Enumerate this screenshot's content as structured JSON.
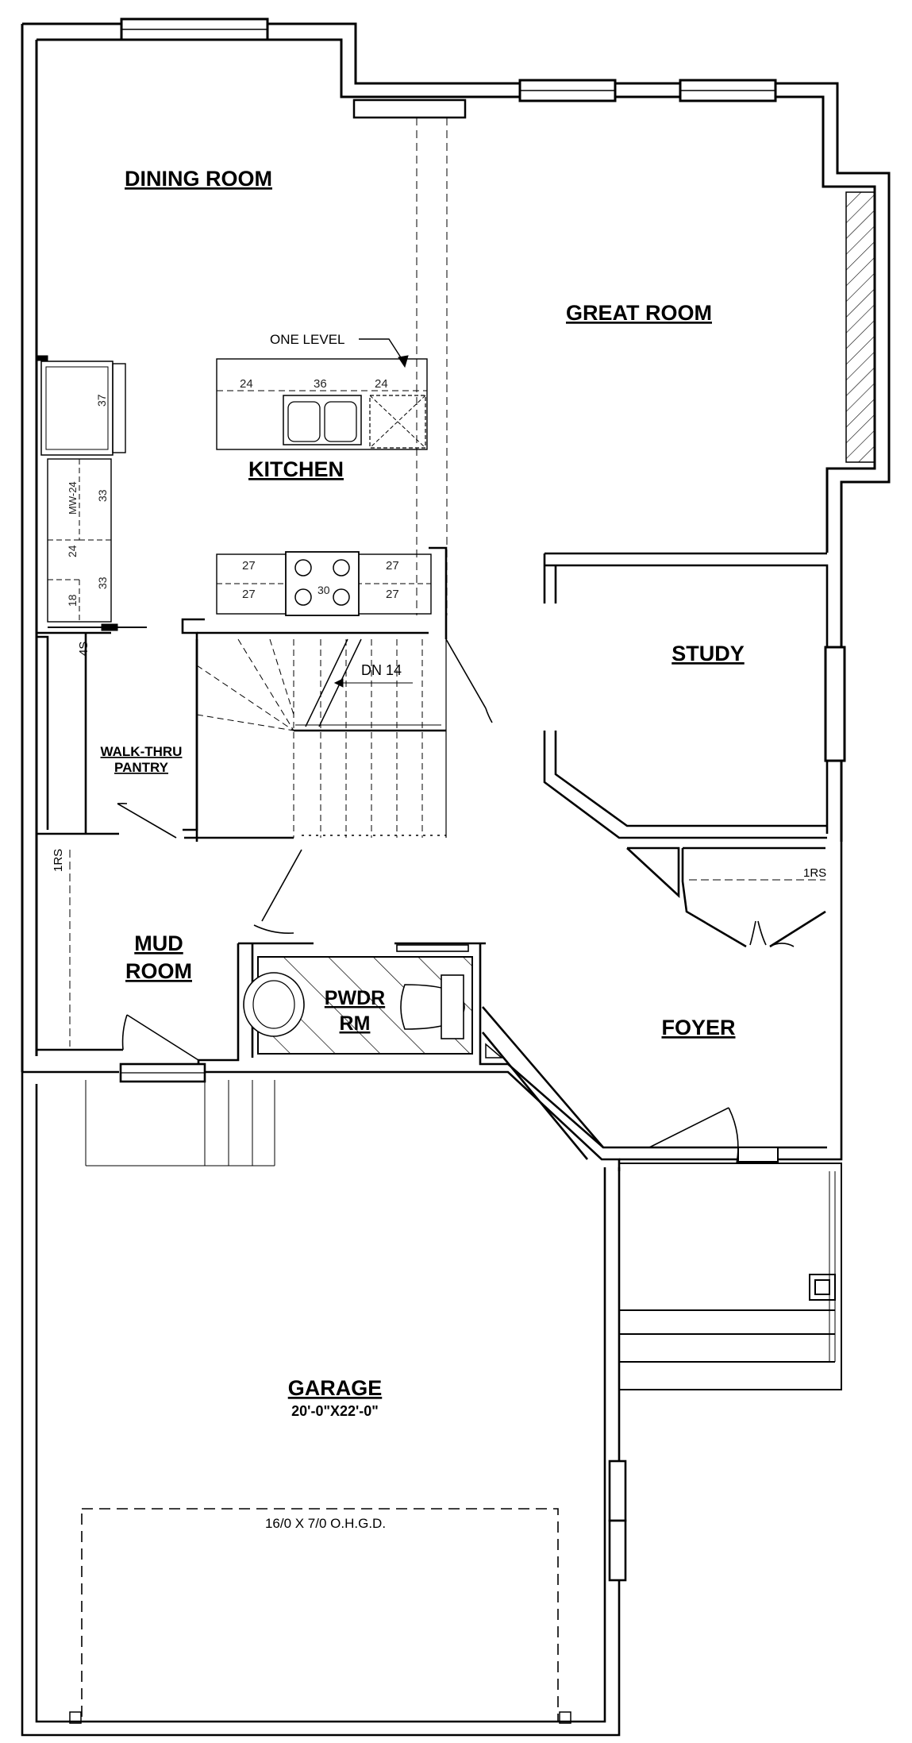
{
  "rooms": {
    "dining_room": "DINING ROOM",
    "great_room": "GREAT ROOM",
    "kitchen": "KITCHEN",
    "study": "STUDY",
    "walk_thru_line1": "WALK-THRU",
    "walk_thru_line2": "PANTRY",
    "mud_line1": "MUD",
    "mud_line2": "ROOM",
    "pwdr_line1": "PWDR",
    "pwdr_line2": "RM",
    "foyer": "FOYER",
    "garage": "GARAGE",
    "garage_size": "20'-0\"X22'-0\""
  },
  "notes": {
    "one_level": "ONE LEVEL",
    "stair": "DN 14",
    "ohgd": "16/0 X 7/0 O.H.G.D.",
    "rs_left": "1RS",
    "rs_right": "1RS",
    "shelf_4s": "4S"
  },
  "cabinet_dims": {
    "island_left": "24",
    "island_mid": "36",
    "island_right": "24",
    "fridge": "37",
    "mw": "MW-24",
    "upper_33": "33",
    "lower_24": "24",
    "lower_33": "33",
    "lower_18": "18",
    "range_tl": "27",
    "range_bl": "27",
    "range_tr": "27",
    "range_br": "27",
    "range": "30"
  }
}
